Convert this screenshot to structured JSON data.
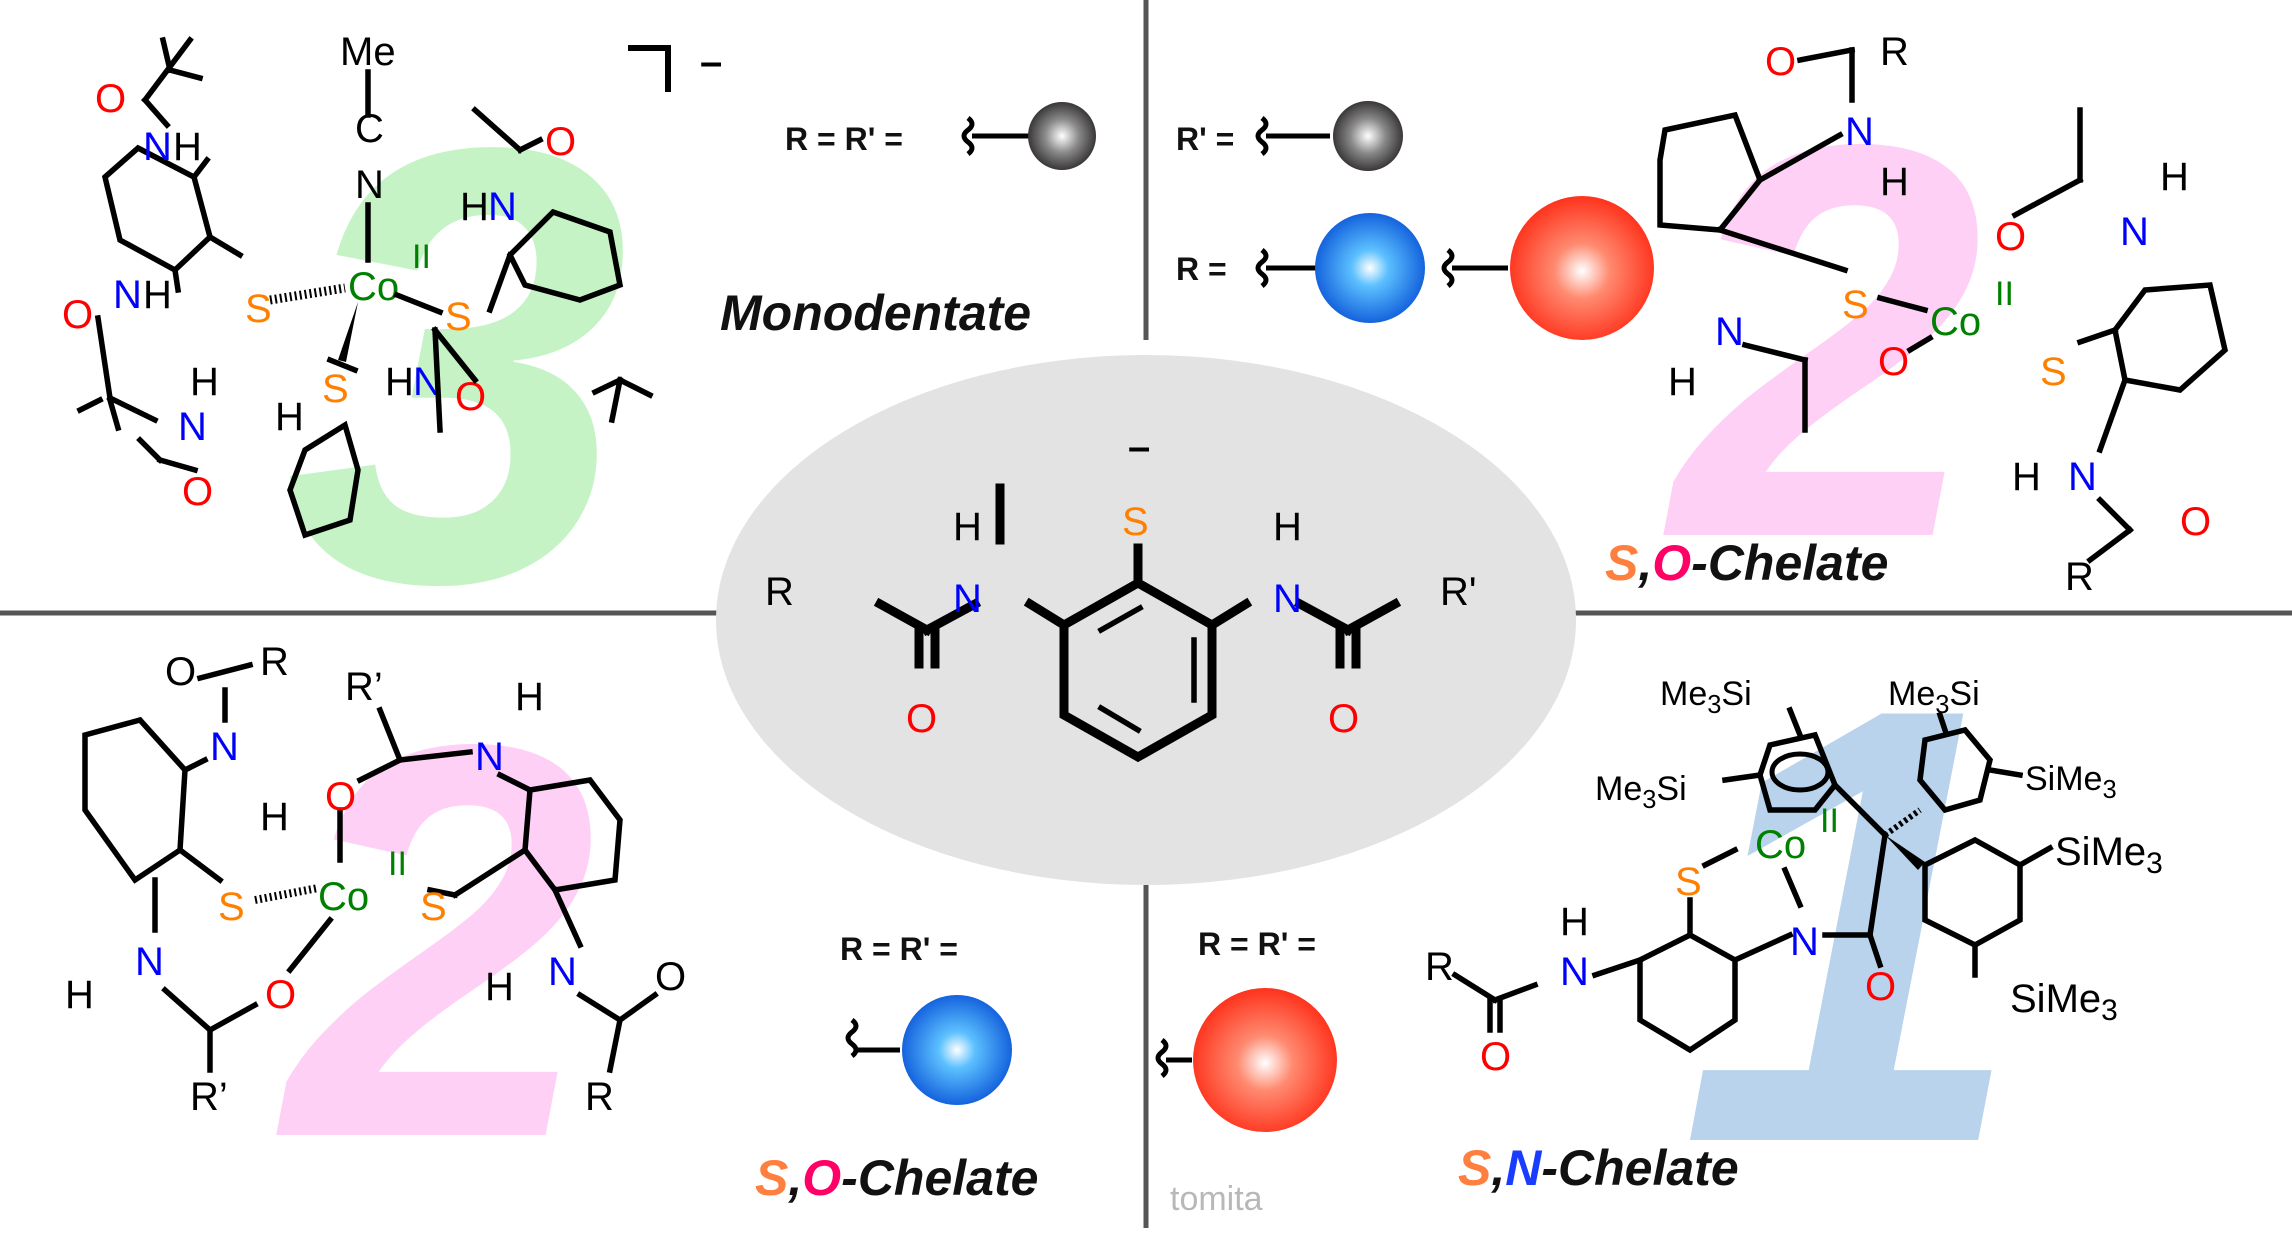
{
  "colors": {
    "sulfur": "#ff8000",
    "nitrogen": "#0000ff",
    "oxygen": "#ff0000",
    "cobalt": "#008000",
    "carbon": "#000000",
    "label_S": "#ff7f3f",
    "label_O": "#ff0066",
    "label_N": "#1a3cff",
    "highlight_3": "#c6f3c6",
    "highlight_2": "#ffd0f6",
    "highlight_1": "#b9d3ec",
    "center_ellipse": "#e3e3e3",
    "divider": "#555555",
    "sphere_gray": "#4a4a4a",
    "sphere_blue": "#1b6fe0",
    "sphere_red": "#ff3b2a"
  },
  "center_ligand": {
    "charge": "–",
    "atoms": {
      "S": "S",
      "H_left": "H",
      "H_right": "H",
      "N_left": "N",
      "N_right": "N",
      "O_left": "O",
      "O_right": "O",
      "R": "R",
      "R_prime": "R'"
    }
  },
  "quadrants": {
    "top_left": {
      "complex_number": "3",
      "title": "Monodentate",
      "substituent_label": "R = R' =",
      "substituent_sphere": "gray",
      "charge_bracket": "–",
      "atoms": {
        "Me": "Me",
        "C": "C",
        "N": "N",
        "Co": "Co",
        "Co_ox": "II",
        "S": "S",
        "NH": "NH",
        "HN": "HN",
        "H": "H",
        "O": "O"
      }
    },
    "top_right": {
      "complex_number": "2",
      "title_S": "S",
      "title_sep": ",",
      "title_O": "O",
      "title_rest": "-Chelate",
      "substituent_R_prime_label": "R' =",
      "substituent_R_prime_sphere": "gray",
      "substituent_R_label": "R =",
      "substituent_R_spheres": [
        "blue",
        "red"
      ],
      "atoms": {
        "Co": "Co",
        "Co_ox": "II",
        "S": "S",
        "N": "N",
        "H": "H",
        "O": "O",
        "R": "R"
      }
    },
    "bottom_left": {
      "complex_number": "2",
      "title_S": "S",
      "title_sep": ",",
      "title_O": "O",
      "title_rest": "-Chelate",
      "substituent_label": "R = R' =",
      "substituent_sphere": "blue",
      "atoms": {
        "Co": "Co",
        "Co_ox": "II",
        "S": "S",
        "N": "N",
        "H": "H",
        "O": "O",
        "R": "R",
        "R_prime": "R’"
      }
    },
    "bottom_right": {
      "complex_number": "1",
      "title_S": "S",
      "title_sep": ",",
      "title_N": "N",
      "title_rest": "-Chelate",
      "substituent_label": "R = R' =",
      "substituent_sphere": "red",
      "atoms": {
        "Co": "Co",
        "Co_ox": "II",
        "S": "S",
        "N": "N",
        "H": "H",
        "O": "O",
        "R": "R",
        "Me3Si_1": "Me3Si",
        "Me3Si_2": "Me3Si",
        "Me3Si_3": "Me3Si",
        "SiMe3_1": "SiMe3",
        "SiMe3_2": "SiMe3",
        "SiMe3_3": "SiMe3"
      }
    }
  },
  "watermark": "tomita"
}
